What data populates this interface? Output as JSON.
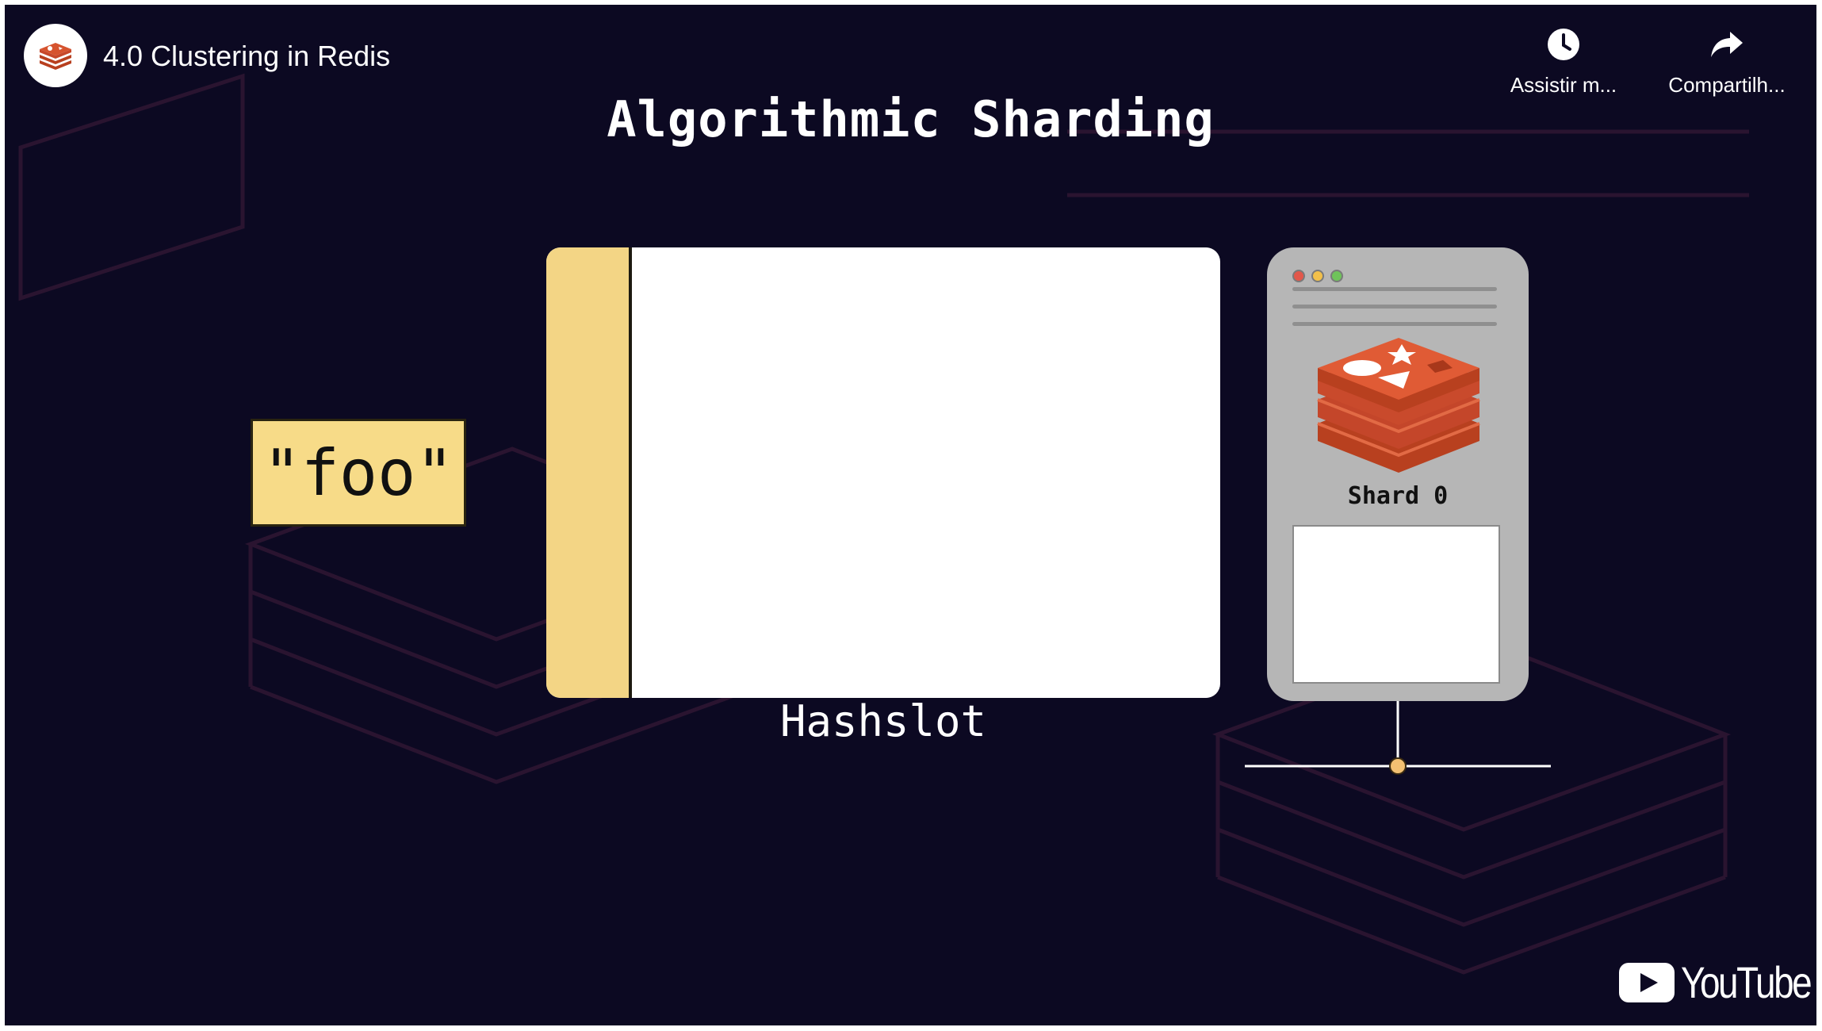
{
  "header": {
    "title": "4.0 Clustering in Redis",
    "channel_icon": "redis-logo-icon"
  },
  "actions": [
    {
      "label": "Assistir m...",
      "icon": "clock-icon"
    },
    {
      "label": "Compartilh...",
      "icon": "share-arrow-icon"
    }
  ],
  "slide": {
    "title": "Algorithmic Sharding",
    "key": "\"foo\"",
    "hash_label": "Hashslot",
    "shard_label": "Shard 0"
  },
  "branding": {
    "logo_text": "YouTube"
  },
  "colors": {
    "background": "#0c0922",
    "key_fill": "#f7db88",
    "slot_fill": "#f3d585",
    "shard_card": "#b6b6b6",
    "redis_red": "#d6532e",
    "node_dot": "#f3c072"
  }
}
